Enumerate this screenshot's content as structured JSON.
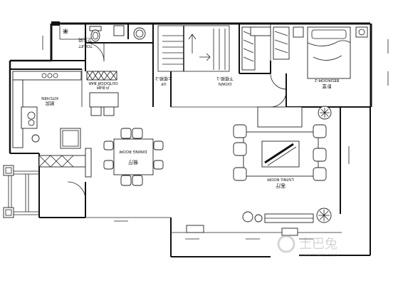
{
  "rooms": {
    "toilet": {
      "en": "TOILET",
      "cn": "卫生间"
    },
    "outdoor_bar": {
      "en": "OUTDOOR BAR",
      "cn": "户外吧"
    },
    "kitchen": {
      "en": "KITCHEN",
      "cn": "厨房"
    },
    "dining_room": {
      "en": "DINING ROOM",
      "cn": "餐厅"
    },
    "stair_down": {
      "en": "DOWN",
      "cn": "下楼梯-1"
    },
    "stair_up": {
      "en": "UP",
      "cn": "上楼梯-2"
    },
    "bedroom_2": {
      "en": "BEDROOM-2",
      "cn": "卧室"
    },
    "living_room": {
      "en": "LIVING ROOM",
      "cn": "客厅"
    }
  },
  "watermark": {
    "brand": "土巴兔",
    "site": "www.to8to.com"
  }
}
